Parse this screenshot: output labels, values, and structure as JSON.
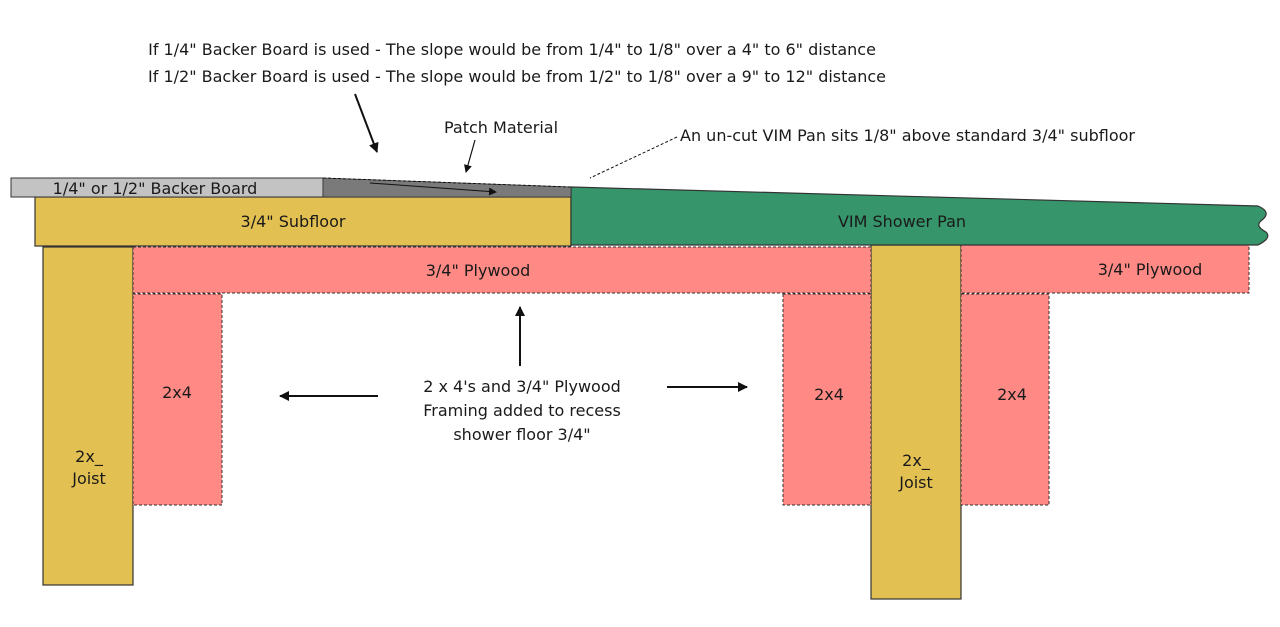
{
  "notes": {
    "line1": "If 1/4\" Backer Board is used - The slope would be from 1/4\" to 1/8\" over a 4\" to 6\" distance",
    "line2": "If 1/2\" Backer Board is used - The slope would be from 1/2\" to 1/8\" over a 9\" to 12\" distance"
  },
  "callouts": {
    "patch": "Patch Material",
    "uncut": "An un-cut VIM Pan sits 1/8\" above standard 3/4\" subfloor"
  },
  "layers": {
    "backer": "1/4\" or 1/2\" Backer Board",
    "subfloor": "3/4\" Subfloor",
    "pan": "VIM Shower Pan",
    "plywood_left": "3/4\" Plywood",
    "plywood_right": "3/4\" Plywood"
  },
  "framing": {
    "stud_left": "2x4",
    "stud_mid": "2x4",
    "stud_right": "2x4",
    "joist_left": [
      "2x_",
      "Joist"
    ],
    "joist_right": [
      "2x_",
      "Joist"
    ]
  },
  "center_note": [
    "2 x 4's and 3/4\" Plywood",
    "Framing added to recess",
    "shower floor 3/4\""
  ],
  "colors": {
    "wood": "#e3c052",
    "pink": "#ff8a85",
    "green": "#36956a",
    "backer": "#c3c3c3",
    "patch": "#7a7a7a",
    "outline": "#333333"
  }
}
